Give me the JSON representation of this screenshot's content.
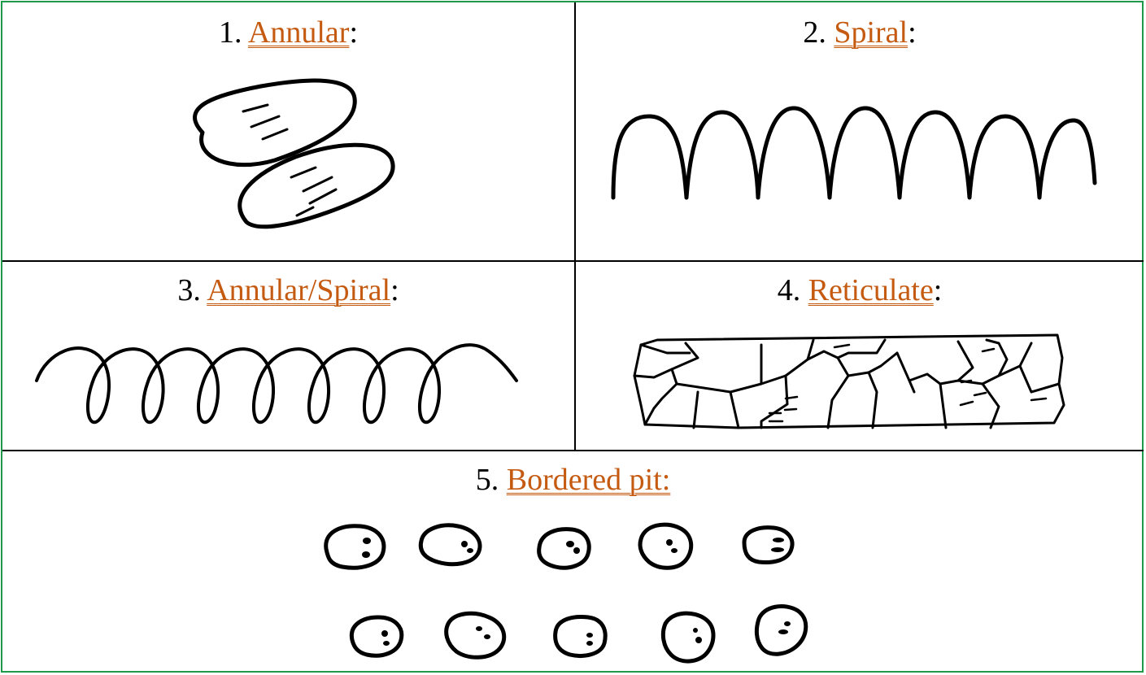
{
  "cells": [
    {
      "number": "1.",
      "term": "Annular",
      "suffix": ":",
      "figure": "annular-thickening-drawing"
    },
    {
      "number": "2.",
      "term": "Spiral",
      "suffix": ":",
      "figure": "spiral-thickening-drawing"
    },
    {
      "number": "3.",
      "term": "Annular/Spiral",
      "suffix": ":",
      "figure": "annular-spiral-thickening-drawing"
    },
    {
      "number": "4.",
      "term": "Reticulate",
      "suffix": ":",
      "figure": "reticulate-thickening-drawing"
    },
    {
      "number": "5.",
      "term": "Bordered pit:",
      "suffix": "",
      "figure": "bordered-pit-drawing"
    }
  ],
  "colors": {
    "border": "#1f9a4a",
    "term": "#c55a11",
    "ink": "#000000"
  }
}
